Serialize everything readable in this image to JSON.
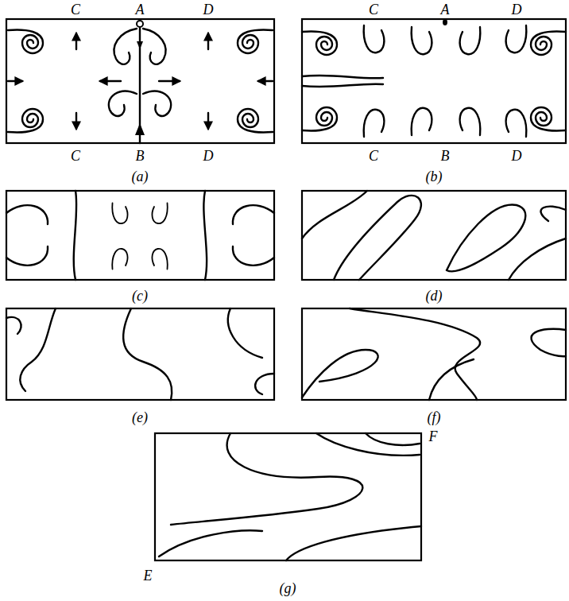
{
  "diagram": {
    "labels": [
      "C",
      "A",
      "D",
      "C",
      "A",
      "D",
      "C",
      "B",
      "D",
      "C",
      "B",
      "D",
      "(a)",
      "(b)",
      "(c)",
      "(d)",
      "(e)",
      "(f)",
      "F",
      "E",
      "(g)"
    ]
  }
}
